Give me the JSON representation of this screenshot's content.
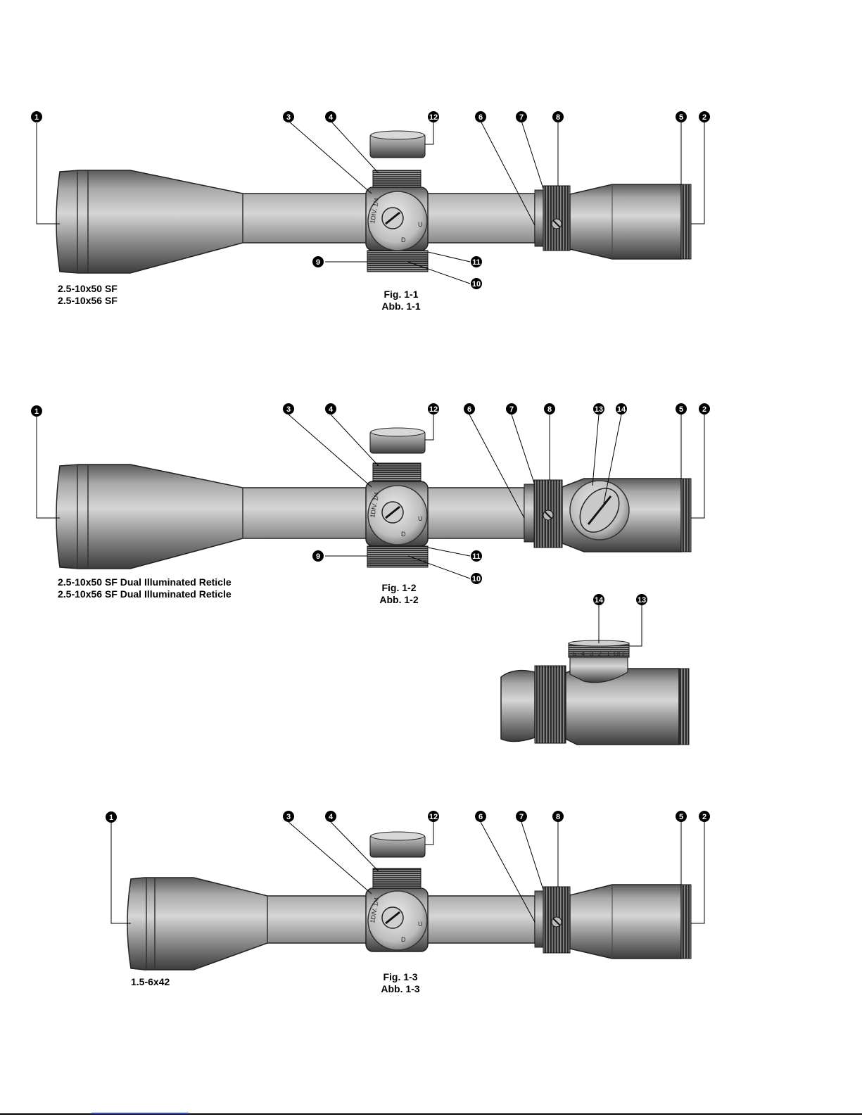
{
  "figures": [
    {
      "id": "fig1",
      "caption": [
        "Fig. 1-1",
        "Abb. 1-1"
      ],
      "models": [
        "2.5-10x50 SF",
        "2.5-10x56 SF"
      ],
      "turret": {
        "dial_text": "1DIV. 1/4",
        "dir_down": "D",
        "dir_up": "U"
      },
      "callouts": [
        "1",
        "3",
        "4",
        "12",
        "6",
        "7",
        "8",
        "5",
        "2",
        "9",
        "11",
        "10"
      ]
    },
    {
      "id": "fig2",
      "caption": [
        "Fig. 1-2",
        "Abb. 1-2"
      ],
      "models": [
        "2.5-10x50 SF Dual Illuminated Reticle",
        "2.5-10x56 SF Dual Illuminated Reticle"
      ],
      "turret": {
        "dial_text": "1DIV. 1/4",
        "dir_down": "D",
        "dir_up": "U"
      },
      "callouts": [
        "1",
        "3",
        "4",
        "12",
        "6",
        "7",
        "8",
        "13",
        "14",
        "5",
        "2",
        "9",
        "11",
        "10"
      ]
    },
    {
      "id": "detail",
      "callouts": [
        "14",
        "13"
      ],
      "dial_marks": [
        "5",
        "4",
        "3",
        "2",
        "1",
        "OFF"
      ]
    },
    {
      "id": "fig3",
      "caption": [
        "Fig. 1-3",
        "Abb. 1-3"
      ],
      "models": [
        "1.5-6x42"
      ],
      "turret": {
        "dial_text": "1DIV. 1/4",
        "dir_down": "D",
        "dir_up": "U"
      },
      "callouts": [
        "1",
        "3",
        "4",
        "12",
        "6",
        "7",
        "8",
        "5",
        "2"
      ]
    }
  ],
  "colors": {
    "body_dark": "#3a3a3a",
    "body_mid": "#8c8c8c",
    "body_light": "#d2d2d2",
    "ink": "#000000",
    "link": "#2a4bd6"
  }
}
